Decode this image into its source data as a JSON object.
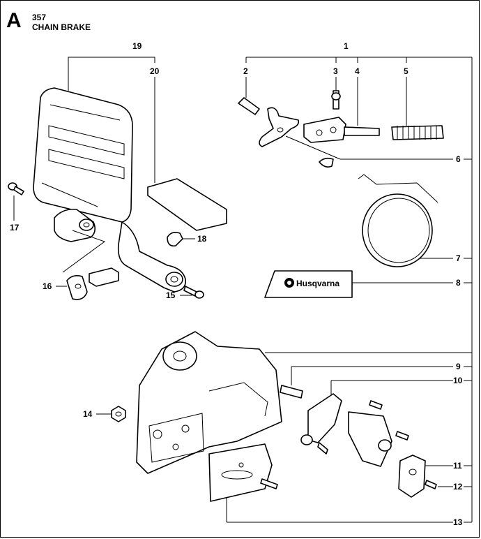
{
  "header": {
    "section_letter": "A",
    "page_number": "357",
    "title": "CHAIN BRAKE"
  },
  "callouts": [
    "1",
    "2",
    "3",
    "4",
    "5",
    "6",
    "7",
    "8",
    "9",
    "10",
    "11",
    "12",
    "13",
    "14",
    "15",
    "16",
    "17",
    "18",
    "19",
    "20"
  ],
  "logo": {
    "brand_text": "Husqvarna"
  },
  "colors": {
    "ink": "#000000",
    "paper": "#ffffff"
  }
}
